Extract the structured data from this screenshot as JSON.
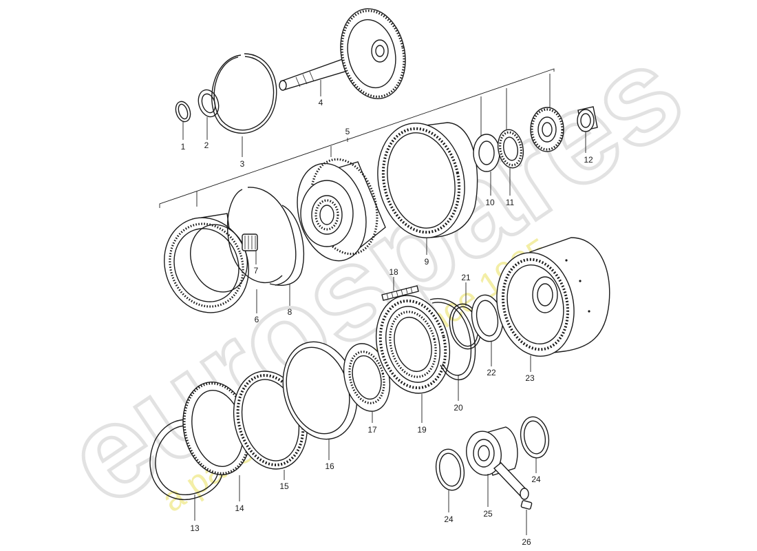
{
  "watermark": {
    "brand": "eurospares",
    "tagline": "a passion for parts since 1985"
  },
  "callouts": [
    "1",
    "2",
    "3",
    "4",
    "5",
    "6",
    "7",
    "8",
    "9",
    "10",
    "11",
    "12",
    "13",
    "14",
    "15",
    "16",
    "17",
    "18",
    "19",
    "20",
    "21",
    "22",
    "23",
    "24",
    "24",
    "25",
    "26"
  ],
  "colors": {
    "line": "#1a1a1a",
    "watermark_grey": "#e6e6e6",
    "watermark_yellow": "#f2ec9c"
  }
}
